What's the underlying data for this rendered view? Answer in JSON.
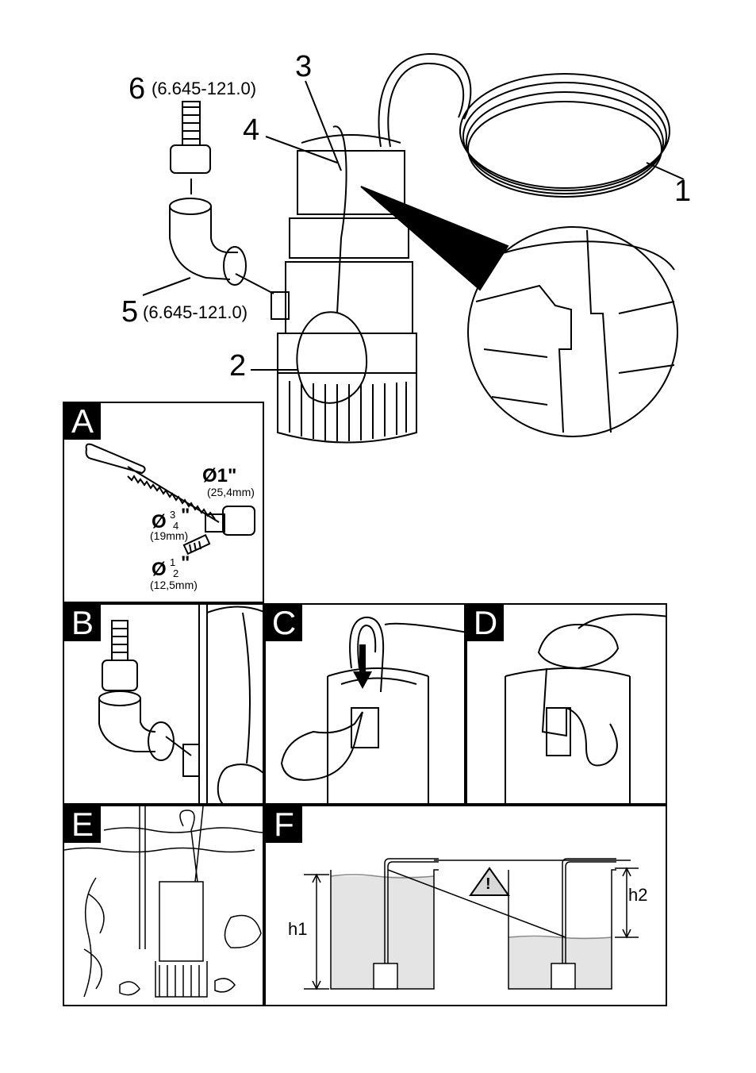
{
  "callouts": {
    "c1": "1",
    "c2": "2",
    "c3": "3",
    "c4": "4",
    "c5": "5",
    "c6": "6"
  },
  "part_numbers": {
    "p5": "(6.645-121.0)",
    "p6": "(6.645-121.0)"
  },
  "panels": {
    "a": "A",
    "b": "B",
    "c": "C",
    "d": "D",
    "e": "E",
    "f": "F"
  },
  "panel_a": {
    "dia_1": "Ø1\"",
    "dia_1_mm": "(25,4mm)",
    "dia_34_sym": "Ø",
    "dia_34_num": "3",
    "dia_34_den": "4",
    "dia_34_inch": "\"",
    "dia_34_mm": "(19mm)",
    "dia_12_sym": "Ø",
    "dia_12_num": "1",
    "dia_12_den": "2",
    "dia_12_inch": "\"",
    "dia_12_mm": "(12,5mm)"
  },
  "panel_f": {
    "h1": "h1",
    "h2": "h2",
    "warning": "!"
  }
}
